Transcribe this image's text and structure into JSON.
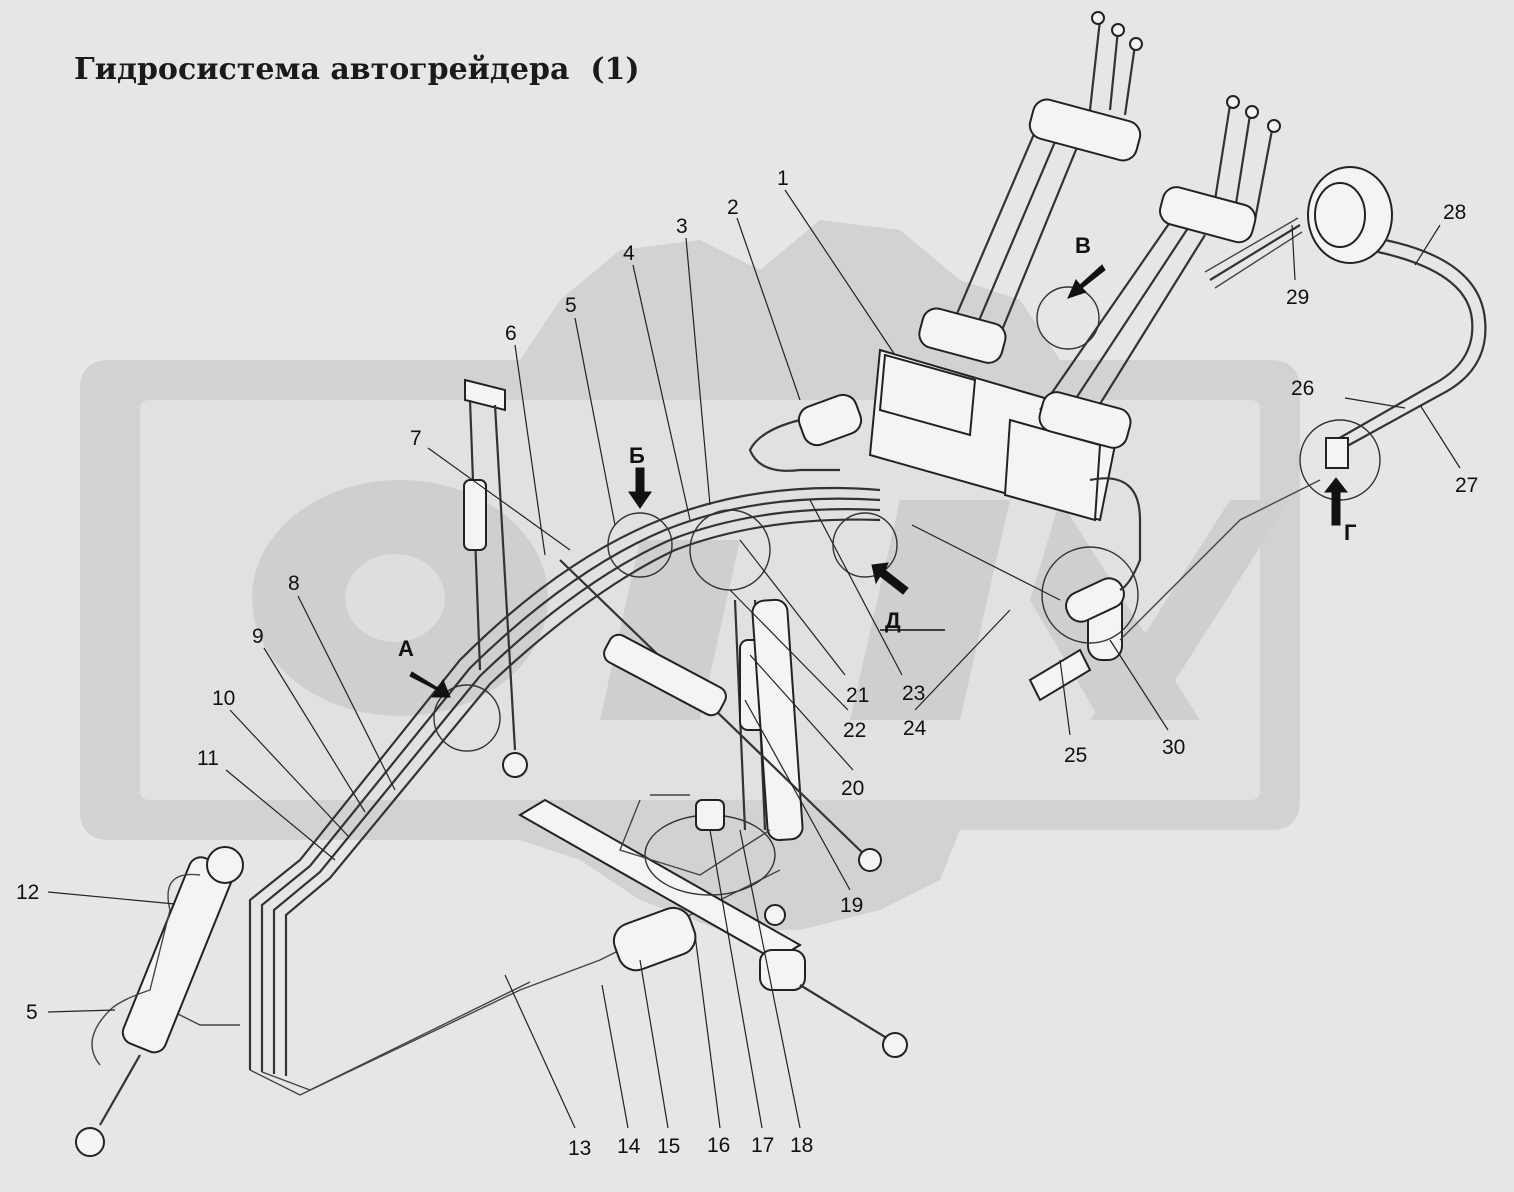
{
  "title": "Гидросистема автогрейдера  (1)",
  "views": [
    "А",
    "Б",
    "В",
    "Г",
    "Д"
  ],
  "labels": [
    "1",
    "2",
    "3",
    "4",
    "5",
    "6",
    "7",
    "8",
    "9",
    "10",
    "11",
    "12",
    "5",
    "13",
    "14",
    "15",
    "16",
    "17",
    "18",
    "19",
    "20",
    "21",
    "22",
    "23",
    "24",
    "25",
    "26",
    "27",
    "28",
    "29",
    "30"
  ],
  "watermark": "ОЛЕХ"
}
